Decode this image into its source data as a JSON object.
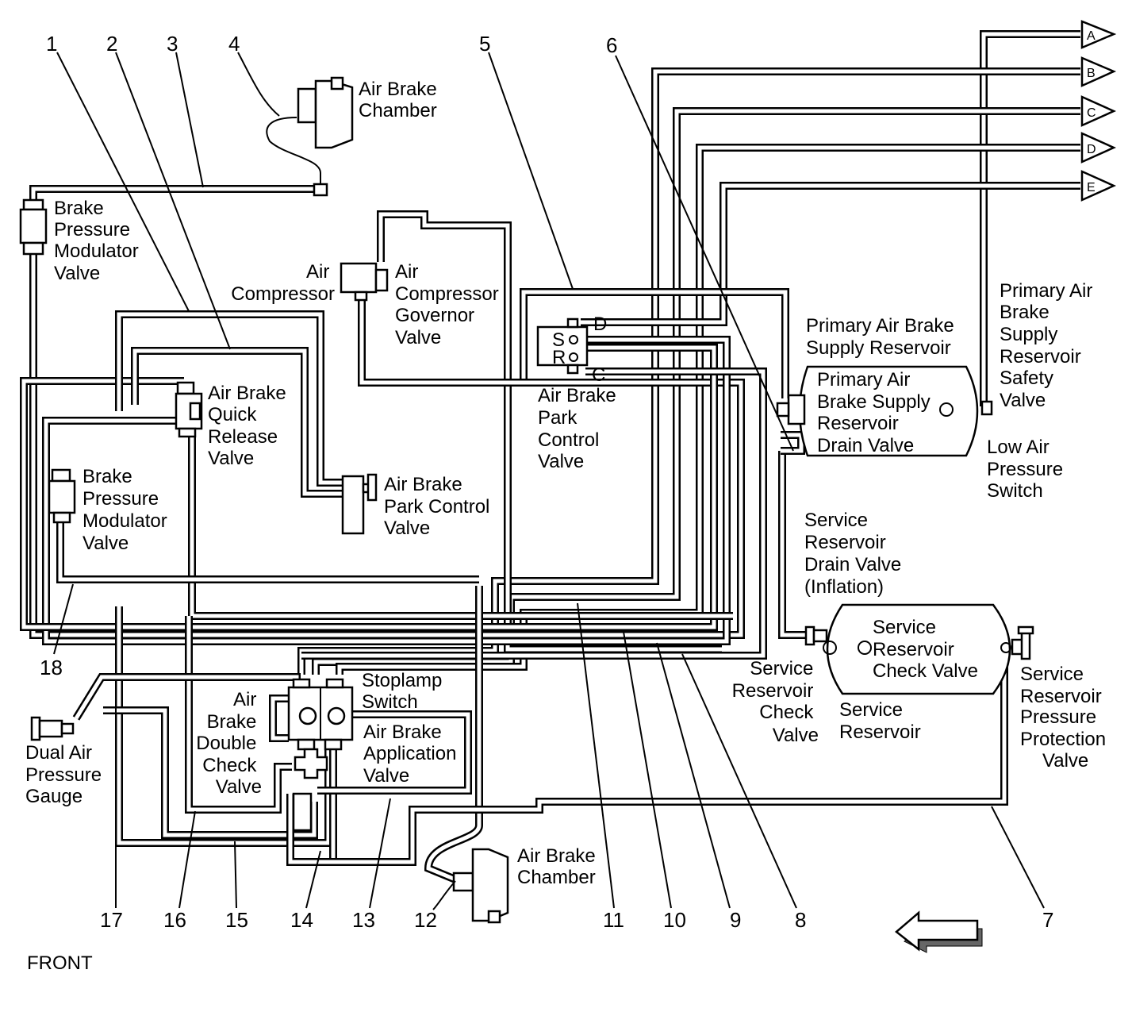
{
  "callouts": [
    "1",
    "2",
    "3",
    "4",
    "5",
    "6",
    "7",
    "8",
    "9",
    "10",
    "11",
    "12",
    "13",
    "14",
    "15",
    "16",
    "17",
    "18"
  ],
  "labels": {
    "air_brake_chamber_top": [
      "Air Brake",
      "Chamber"
    ],
    "brake_pressure_modulator_valve_top": [
      "Brake",
      "Pressure",
      "Modulator",
      "Valve"
    ],
    "air_compressor": [
      "Air",
      "Compressor"
    ],
    "air_compressor_governor_valve": [
      "Air",
      "Compressor",
      "Governor",
      "Valve"
    ],
    "air_brake_quick_release_valve": [
      "Air Brake",
      "Quick",
      "Release",
      "Valve"
    ],
    "brake_pressure_modulator_valve_mid": [
      "Brake",
      "Pressure",
      "Modulator",
      "Valve"
    ],
    "air_brake_park_control_valve_mid": [
      "Air Brake",
      "Park Control",
      "Valve"
    ],
    "air_brake_park_control_valve_center": [
      "Air Brake",
      "Park",
      "Control",
      "Valve"
    ],
    "primary_air_brake_supply_reservoir_outer": [
      "Primary Air Brake",
      "Supply Reservoir"
    ],
    "primary_air_brake_supply_reservoir_drain_valve": [
      "Primary Air",
      "Brake Supply",
      "Reservoir",
      "Drain Valve"
    ],
    "primary_air_brake_supply_reservoir_safety_valve": [
      "Primary Air",
      "Brake",
      "Supply",
      "Reservoir",
      "Safety",
      "Valve"
    ],
    "low_air_pressure_switch": [
      "Low Air",
      "Pressure",
      "Switch"
    ],
    "service_reservoir_drain_valve": [
      "Service",
      "Reservoir",
      "Drain Valve",
      "(Inflation)"
    ],
    "service_reservoir_check_valve_inner": [
      "Service",
      "Reservoir",
      "Check Valve"
    ],
    "service_reservoir_check_valve_outer": [
      "Service",
      "Reservoir",
      "Check",
      "Valve"
    ],
    "service_reservoir": [
      "Service",
      "Reservoir"
    ],
    "service_reservoir_pressure_protection_valve": [
      "Service",
      "Reservoir",
      "Pressure",
      "Protection",
      "Valve"
    ],
    "stoplamp_switch": [
      "Stoplamp",
      "Switch"
    ],
    "air_brake_double_check_valve": [
      "Air",
      "Brake",
      "Double",
      "Check",
      "Valve"
    ],
    "air_brake_application_valve": [
      "Air Brake",
      "Application",
      "Valve"
    ],
    "dual_air_pressure_gauge": [
      "Dual Air",
      "Pressure",
      "Gauge"
    ],
    "air_brake_chamber_bottom": [
      "Air Brake",
      "Chamber"
    ]
  },
  "connectors": [
    "A",
    "B",
    "C",
    "D",
    "E"
  ],
  "park_valve_ports": {
    "s": "S",
    "r": "R",
    "d": "D",
    "c": "C"
  },
  "front_label": "FRONT"
}
